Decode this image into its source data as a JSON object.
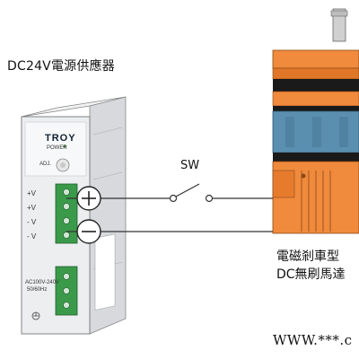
{
  "psu": {
    "title": "DC24V電源供應器",
    "brand": "TROY",
    "power_label": "POWER",
    "adj_label": "ADJ.",
    "terminals": [
      "+V",
      "+V",
      "- V",
      "- V"
    ],
    "ac_label": "AC100V-240V",
    "hz_label": "50/60Hz"
  },
  "switch": {
    "label": "SW"
  },
  "motor": {
    "title_line1": "電磁剎車型",
    "title_line2": "DC無刷馬達"
  },
  "footer": {
    "website": "WWW.***.c"
  },
  "colors": {
    "motor_orange": "#f08a3c",
    "motor_dark": "#1a1a1a",
    "motor_blue": "#5b8fb0",
    "psu_terminal": "#3a9a4a"
  }
}
